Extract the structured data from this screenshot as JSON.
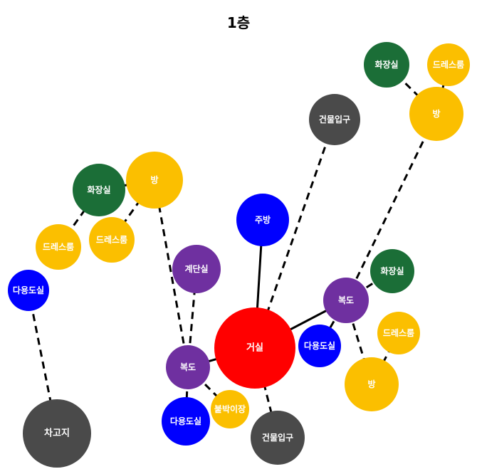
{
  "title": "1층",
  "colors": {
    "living": "#ff0000",
    "room": "#fbbf00",
    "toilet": "#1b6e37",
    "dressroom": "#fbbf00",
    "utility": "#0000ff",
    "corridor": "#6f30a0",
    "entrance": "#4a4a4a",
    "kitchen": "#0000ff",
    "stairs": "#6f30a0",
    "garage": "#4a4a4a",
    "edge": "#000000"
  },
  "nodes": [
    {
      "id": "living",
      "label": "거실",
      "type": "living"
    },
    {
      "id": "kitchen",
      "label": "주방",
      "type": "kitchen"
    },
    {
      "id": "entrance_top",
      "label": "건물입구",
      "type": "entrance"
    },
    {
      "id": "entrance_bottom",
      "label": "건물입구",
      "type": "entrance"
    },
    {
      "id": "corr_right",
      "label": "복도",
      "type": "corridor"
    },
    {
      "id": "corr_left",
      "label": "복도",
      "type": "corridor"
    },
    {
      "id": "stairs",
      "label": "계단실",
      "type": "stairs"
    },
    {
      "id": "util_mid",
      "label": "다용도실",
      "type": "utility"
    },
    {
      "id": "util_bottom",
      "label": "다용도실",
      "type": "utility"
    },
    {
      "id": "util_left",
      "label": "다용도실",
      "type": "utility"
    },
    {
      "id": "closet",
      "label": "붙박이장",
      "type": "room"
    },
    {
      "id": "room_tr",
      "label": "방",
      "type": "room"
    },
    {
      "id": "toilet_tr",
      "label": "화장실",
      "type": "toilet"
    },
    {
      "id": "dress_tr",
      "label": "드레스룸",
      "type": "dressroom"
    },
    {
      "id": "room_br",
      "label": "방",
      "type": "room"
    },
    {
      "id": "toilet_r",
      "label": "화장실",
      "type": "toilet"
    },
    {
      "id": "dress_r",
      "label": "드레스룸",
      "type": "dressroom"
    },
    {
      "id": "room_l",
      "label": "방",
      "type": "room"
    },
    {
      "id": "toilet_l",
      "label": "화장실",
      "type": "toilet"
    },
    {
      "id": "dress_l1",
      "label": "드레스룸",
      "type": "dressroom"
    },
    {
      "id": "dress_l2",
      "label": "드레스룸",
      "type": "dressroom"
    },
    {
      "id": "garage",
      "label": "차고지",
      "type": "garage"
    }
  ],
  "edges": [
    {
      "from": "living",
      "to": "kitchen",
      "style": "solid"
    },
    {
      "from": "living",
      "to": "corr_right",
      "style": "solid"
    },
    {
      "from": "living",
      "to": "corr_left",
      "style": "solid"
    },
    {
      "from": "living",
      "to": "entrance_top",
      "style": "dashed"
    },
    {
      "from": "living",
      "to": "entrance_bottom",
      "style": "dashed"
    },
    {
      "from": "corr_right",
      "to": "util_mid",
      "style": "dashed"
    },
    {
      "from": "corr_right",
      "to": "room_br",
      "style": "dashed"
    },
    {
      "from": "corr_right",
      "to": "toilet_r",
      "style": "dashed"
    },
    {
      "from": "corr_right",
      "to": "room_tr",
      "style": "dashed"
    },
    {
      "from": "room_br",
      "to": "dress_r",
      "style": "dashed"
    },
    {
      "from": "room_tr",
      "to": "toilet_tr",
      "style": "dashed"
    },
    {
      "from": "room_tr",
      "to": "dress_tr",
      "style": "dashed"
    },
    {
      "from": "corr_left",
      "to": "util_bottom",
      "style": "dashed"
    },
    {
      "from": "corr_left",
      "to": "closet",
      "style": "dashed"
    },
    {
      "from": "corr_left",
      "to": "stairs",
      "style": "dashed"
    },
    {
      "from": "corr_left",
      "to": "room_l",
      "style": "dashed"
    },
    {
      "from": "room_l",
      "to": "toilet_l",
      "style": "solid"
    },
    {
      "from": "room_l",
      "to": "dress_l2",
      "style": "dashed"
    },
    {
      "from": "toilet_l",
      "to": "dress_l1",
      "style": "dashed"
    },
    {
      "from": "util_left",
      "to": "garage",
      "style": "dashed"
    }
  ]
}
